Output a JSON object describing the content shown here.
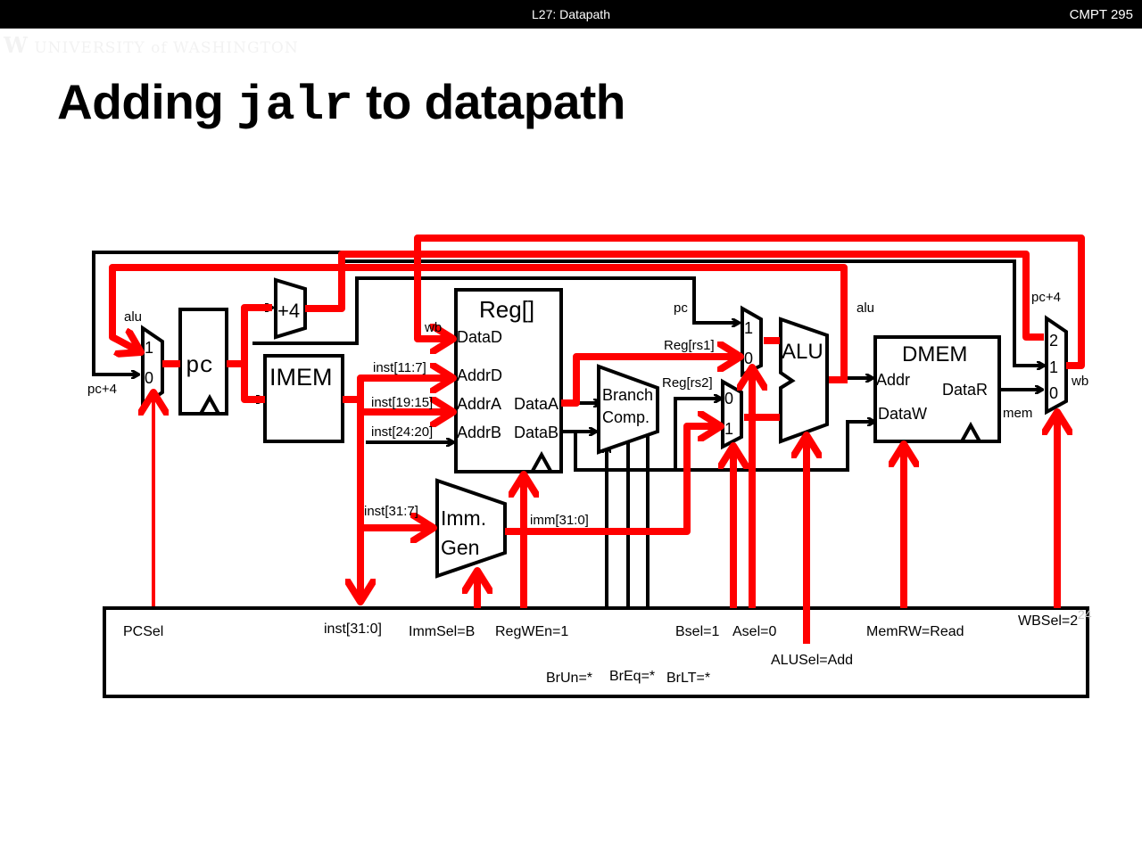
{
  "header": {
    "lecture_title": "L27: Datapath",
    "course": "CMPT 295",
    "logo_text": "UNIVERSITY of WASHINGTON"
  },
  "slide": {
    "title_prefix": "Adding ",
    "title_code": "jalr",
    "title_suffix": " to datapath",
    "slide_number": "24"
  },
  "diagram": {
    "colors": {
      "active_path": "#ff0000",
      "inactive_path": "#000000"
    },
    "blocks": {
      "pc": "pc",
      "plus4": "+4",
      "imem": "IMEM",
      "reg": "Reg[]",
      "imm_gen_line1": "Imm.",
      "imm_gen_line2": "Gen",
      "branch_line1": "Branch",
      "branch_line2": "Comp.",
      "alu": "ALU",
      "dmem": "DMEM"
    },
    "ports": {
      "reg_datad": "DataD",
      "reg_addrd": "AddrD",
      "reg_addra": "AddrA",
      "reg_addrb": "AddrB",
      "reg_dataa": "DataA",
      "reg_datab": "DataB",
      "dmem_addr": "Addr",
      "dmem_dataw": "DataW",
      "dmem_datar": "DataR"
    },
    "mux_inputs": {
      "pc_mux": [
        "1",
        "0"
      ],
      "a_mux": [
        "1",
        "0"
      ],
      "b_mux": [
        "0",
        "1"
      ],
      "wb_mux": [
        "2",
        "1",
        "0"
      ]
    },
    "signals": {
      "alu_left": "alu",
      "pc_plus4_left": "pc+4",
      "wb_top": "wb",
      "inst_11_7": "inst[11:7]",
      "inst_19_15": "inst[19:15]",
      "inst_24_20": "inst[24:20]",
      "inst_31_7": "inst[31:7]",
      "imm": "imm[31:0]",
      "pc_to_amux": "pc",
      "reg_rs1": "Reg[rs1]",
      "reg_rs2": "Reg[rs2]",
      "alu_right": "alu",
      "pc_plus4_right": "pc+4",
      "wb_right": "wb",
      "mem": "mem"
    },
    "control": {
      "pcsel": "PCSel",
      "inst": "inst[31:0]",
      "immsel": "ImmSel=B",
      "regwen": "RegWEn=1",
      "brun": "BrUn=*",
      "breq": "BrEq=*",
      "brlt": "BrLT=*",
      "bsel": "Bsel=1",
      "asel": "Asel=0",
      "alusel": "ALUSel=Add",
      "memrw": "MemRW=Read",
      "wbsel": "WBSel=2"
    }
  }
}
